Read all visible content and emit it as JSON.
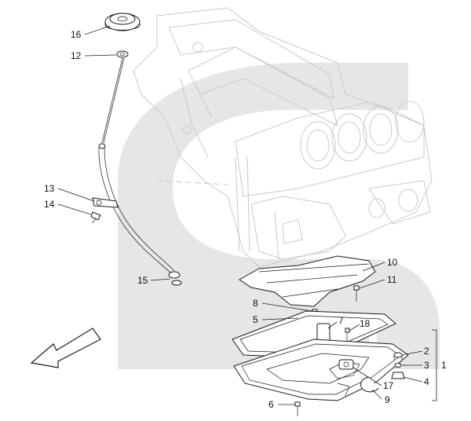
{
  "colors": {
    "watermark": "#e6e6e6",
    "ghost_outline": "#c9c9c9",
    "part_outline": "#1a1a1a",
    "text": "#111111"
  },
  "callouts": [
    {
      "id": "c16",
      "label": "16"
    },
    {
      "id": "c12",
      "label": "12"
    },
    {
      "id": "c13",
      "label": "13"
    },
    {
      "id": "c14",
      "label": "14"
    },
    {
      "id": "c15",
      "label": "15"
    },
    {
      "id": "c10",
      "label": "10"
    },
    {
      "id": "c11",
      "label": "11"
    },
    {
      "id": "c8",
      "label": "8"
    },
    {
      "id": "c5",
      "label": "5"
    },
    {
      "id": "c7",
      "label": "7"
    },
    {
      "id": "c18",
      "label": "18"
    },
    {
      "id": "c2",
      "label": "2"
    },
    {
      "id": "c3",
      "label": "3"
    },
    {
      "id": "c4",
      "label": "4"
    },
    {
      "id": "c1",
      "label": "1"
    },
    {
      "id": "c17",
      "label": "17"
    },
    {
      "id": "c9",
      "label": "9"
    },
    {
      "id": "c6",
      "label": "6"
    }
  ],
  "icons": {
    "direction_arrow": "front-direction-arrow-icon",
    "watermark": "brand-watermark-icon"
  }
}
